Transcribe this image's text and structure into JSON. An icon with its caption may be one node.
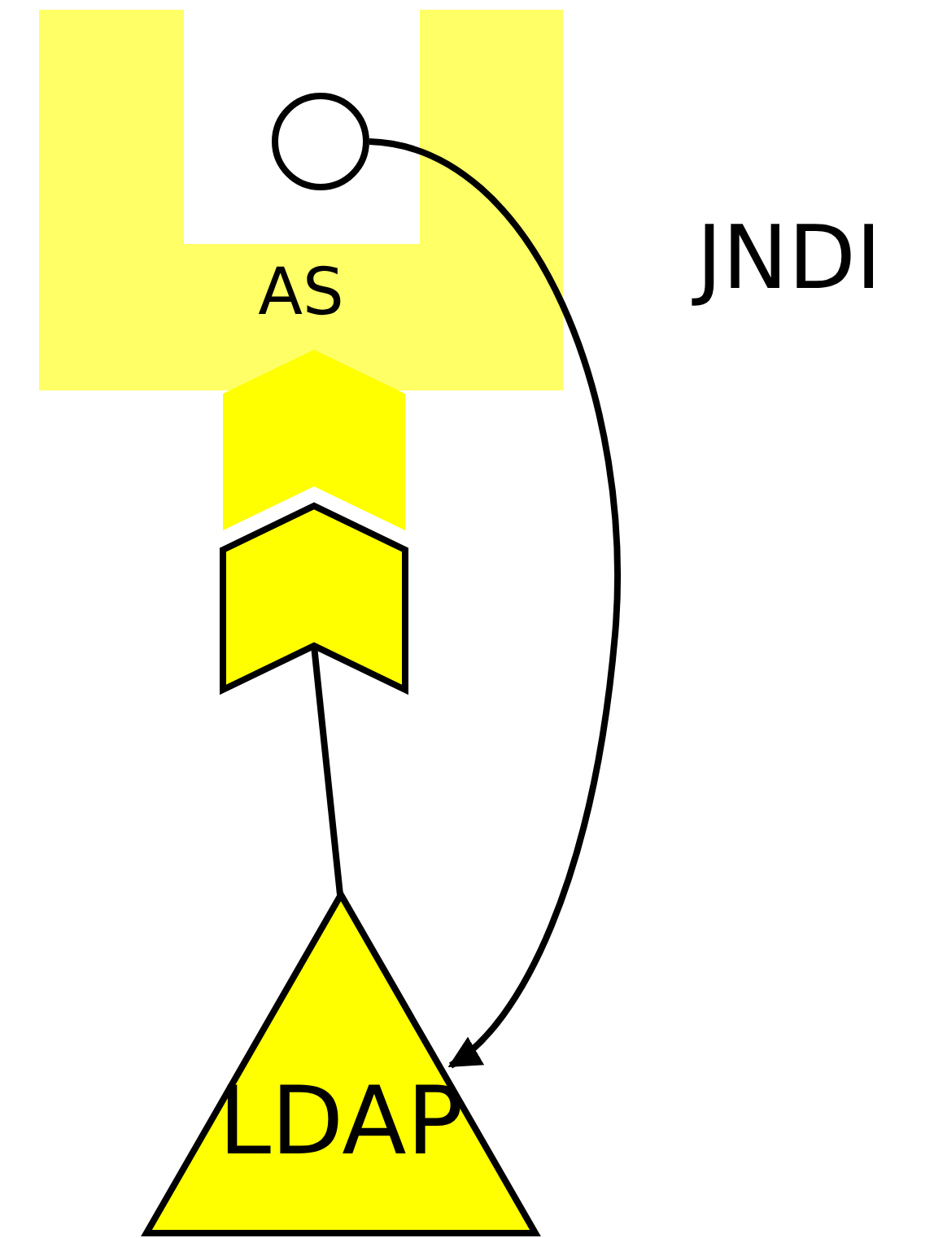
{
  "diagram": {
    "nodes": [
      {
        "text": [
          "AS"
        ]
      },
      {
        "text": [],
        "shape": "circle",
        "in": 0
      },
      {
        "text": [],
        "shape": "chevron"
      },
      {
        "text": [],
        "shape": "chevron"
      },
      {
        "text": [
          "LDAP"
        ]
      }
    ],
    "edges": [
      {
        "from": 1,
        "to": 4,
        "arrow": "to"
      },
      {
        "from": 3,
        "to": 4,
        "arrow": "none"
      }
    ],
    "labels": [
      "JNDI"
    ]
  }
}
